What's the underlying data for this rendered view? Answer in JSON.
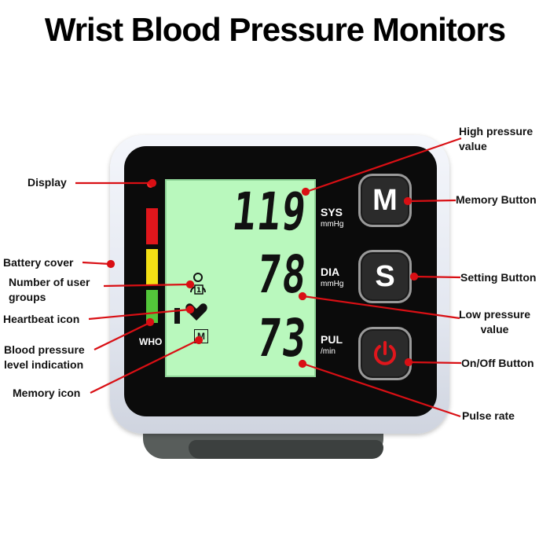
{
  "title": "Wrist Blood Pressure Monitors",
  "display": {
    "sys_value": "119",
    "dia_value": "78",
    "pul_value": "73",
    "sys_label": "SYS",
    "sys_unit": "mmHg",
    "dia_label": "DIA",
    "dia_unit": "mmHg",
    "pul_label": "PUL",
    "pul_unit": "/min",
    "who_label": "WHO",
    "memory_icon_letter": "M"
  },
  "buttons": {
    "memory": "M",
    "setting": "S",
    "power_icon": "power-icon"
  },
  "labels": {
    "display": "Display",
    "battery_cover": "Battery cover",
    "user_groups_line1": "Number of user",
    "user_groups_line2": "groups",
    "heartbeat_icon": "Heartbeat icon",
    "bp_level_line1": "Blood pressure",
    "bp_level_line2": "level indication",
    "memory_icon": "Memory icon",
    "high_pressure_line1": "High pressure",
    "high_pressure_line2": "value",
    "memory_button": "Memory Button",
    "setting_button": "Setting Button",
    "low_pressure_line1": "Low pressure",
    "low_pressure_line2": "value",
    "on_off_button": "On/Off Button",
    "pulse_rate": "Pulse rate"
  },
  "colors": {
    "callout": "#d90f14",
    "lcd": "#b9f8bd",
    "level_red": "#e0161c",
    "level_yellow": "#f3df15",
    "level_green": "#53c63a",
    "power": "#e0161c"
  }
}
